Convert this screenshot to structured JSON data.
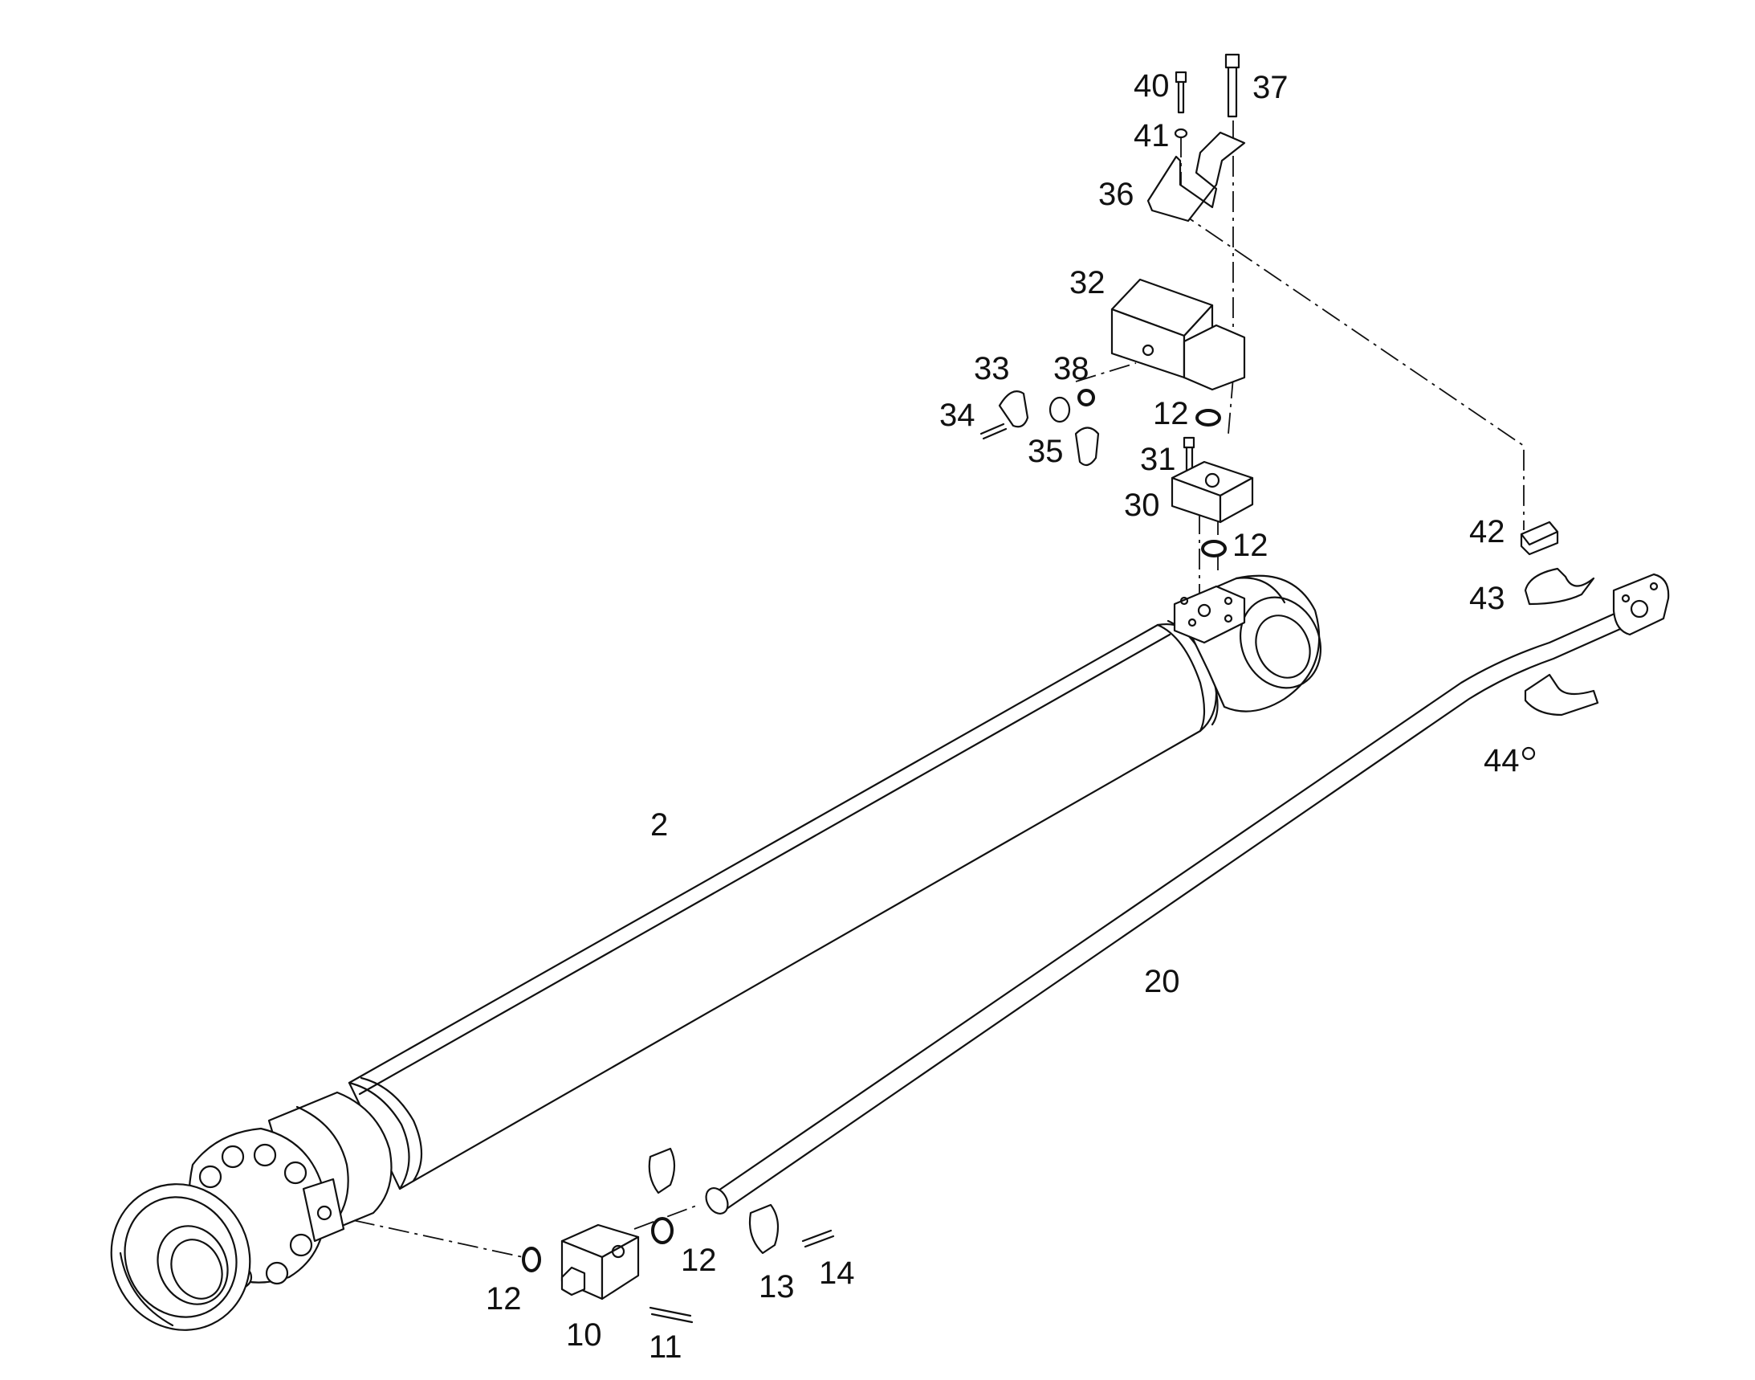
{
  "diagram": {
    "callouts": [
      {
        "id": "40",
        "label": "40"
      },
      {
        "id": "37",
        "label": "37"
      },
      {
        "id": "41",
        "label": "41"
      },
      {
        "id": "36",
        "label": "36"
      },
      {
        "id": "32",
        "label": "32"
      },
      {
        "id": "33",
        "label": "33"
      },
      {
        "id": "38",
        "label": "38"
      },
      {
        "id": "34",
        "label": "34"
      },
      {
        "id": "12a",
        "label": "12"
      },
      {
        "id": "35",
        "label": "35"
      },
      {
        "id": "31",
        "label": "31"
      },
      {
        "id": "30",
        "label": "30"
      },
      {
        "id": "12b",
        "label": "12"
      },
      {
        "id": "42",
        "label": "42"
      },
      {
        "id": "43",
        "label": "43"
      },
      {
        "id": "44",
        "label": "44"
      },
      {
        "id": "2",
        "label": "2"
      },
      {
        "id": "20",
        "label": "20"
      },
      {
        "id": "12c",
        "label": "12"
      },
      {
        "id": "12d",
        "label": "12"
      },
      {
        "id": "13",
        "label": "13"
      },
      {
        "id": "14",
        "label": "14"
      },
      {
        "id": "10",
        "label": "10"
      },
      {
        "id": "11",
        "label": "11"
      }
    ]
  }
}
